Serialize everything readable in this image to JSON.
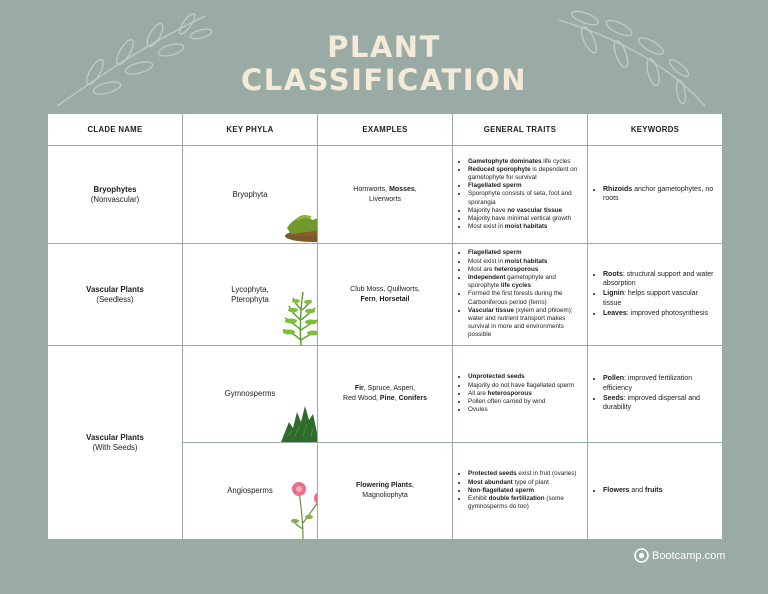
{
  "title": {
    "line1": "PLANT",
    "line2": "CLASSIFICATION"
  },
  "headers": [
    "CLADE NAME",
    "KEY PHYLA",
    "EXAMPLES",
    "GENERAL TRAITS",
    "KEYWORDS"
  ],
  "rows": {
    "bryophytes": {
      "clade_name": "Bryophytes",
      "clade_sub": "(Nonvascular)",
      "phyla": "Bryophyta",
      "ex_a": "Hornworts, ",
      "ex_b": "Mosses",
      "ex_c": ",",
      "ex_d": "Liverworts",
      "traits": [
        {
          "b": "Gametophyte dominates",
          "t": " life cycles"
        },
        {
          "b": "Reduced sporophyte",
          "t": " is dependent on gametophyte for survival"
        },
        {
          "b": "Flagellated sperm",
          "t": ""
        },
        {
          "b": "",
          "t": "Sporophyte consists of seta, foot and sporangia"
        },
        {
          "b": "",
          "t": "Majority have ",
          "b2": "no vascular tissue"
        },
        {
          "b": "",
          "t": "Majority have minimal vertical growth"
        },
        {
          "b": "",
          "t": "Most exist in ",
          "b2": "moist habitats"
        }
      ],
      "keywords": [
        {
          "b": "Rhizoids",
          "t": " anchor gametophytes, no roots"
        }
      ]
    },
    "seedless": {
      "clade_name": "Vascular Plants",
      "clade_sub": "(Seedless)",
      "phyla_a": "Lycophyta,",
      "phyla_b": "Pterophyta",
      "ex_a": "Club Moss, Quillworts,",
      "ex_b": "Fern",
      "ex_c": ", ",
      "ex_d": "Horsetail",
      "traits": [
        {
          "b": "Flagellated sperm",
          "t": ""
        },
        {
          "b": "",
          "t": "Most exist in ",
          "b2": "moist habitats"
        },
        {
          "b": "",
          "t": "Most are ",
          "b2": "heterosporous"
        },
        {
          "b": "Independent",
          "t": " gametophyte and sporophyte ",
          "b2": "life cycles"
        },
        {
          "b": "",
          "t": "Formed the first forests during the Carboniferous period (ferns)"
        },
        {
          "b": "Vascular tissue",
          "t": " (xylem and phloem); water and nutrient transport makes survival in more arid environments possible"
        }
      ],
      "keywords": [
        {
          "b": "Roots",
          "t": ": structural support and water absorption"
        },
        {
          "b": "Lignin",
          "t": ": helps support vascular tissue"
        },
        {
          "b": "Leaves",
          "t": ": improved photosynthesis"
        }
      ]
    },
    "seeds": {
      "clade_name": "Vascular Plants",
      "clade_sub": "(With Seeds)"
    },
    "gymnosperms": {
      "phyla": "Gymnosperms",
      "ex_a": "Fir",
      "ex_b": ", Spruce, Aspen,",
      "ex_c": "Red Wood, ",
      "ex_d": "Pine",
      "ex_e": ", ",
      "ex_f": "Conifers",
      "traits": [
        {
          "b": "Unprotected seeds",
          "t": ""
        },
        {
          "b": "",
          "t": "Majority do not have flagellated sperm"
        },
        {
          "b": "",
          "t": "All are ",
          "b2": "heterosporous"
        },
        {
          "b": "",
          "t": "Pollen often carried by wind"
        },
        {
          "b": "",
          "t": "Ovules"
        }
      ],
      "keywords": [
        {
          "b": "Pollen",
          "t": ": improved fertilization efficiency"
        },
        {
          "b": "Seeds",
          "t": ": improved dispersal and durability"
        }
      ]
    },
    "angiosperms": {
      "phyla": "Angiosperms",
      "ex_a": "Flowering Plants",
      "ex_b": ",",
      "ex_c": "Magnoliophyta",
      "traits": [
        {
          "b": "Protected seeds",
          "t": " exist in fruit (ovaries)"
        },
        {
          "b": "Most abundant",
          "t": " type of plant"
        },
        {
          "b": "Non-flagellated sperm",
          "t": ""
        },
        {
          "b": "",
          "t": "Exhibit ",
          "b2": "double fertilization",
          "t2": " (some gymnosperms do too)"
        }
      ],
      "keywords": [
        {
          "b": "Flowers",
          "t": " and ",
          "b2": "fruits"
        }
      ]
    }
  },
  "brand": {
    "name": "Bootcamp.com",
    "icon": "bootcamp-logo-icon"
  },
  "colors": {
    "background": "#9aaba6",
    "title": "#f4ead8",
    "cell": "#ffffff"
  }
}
